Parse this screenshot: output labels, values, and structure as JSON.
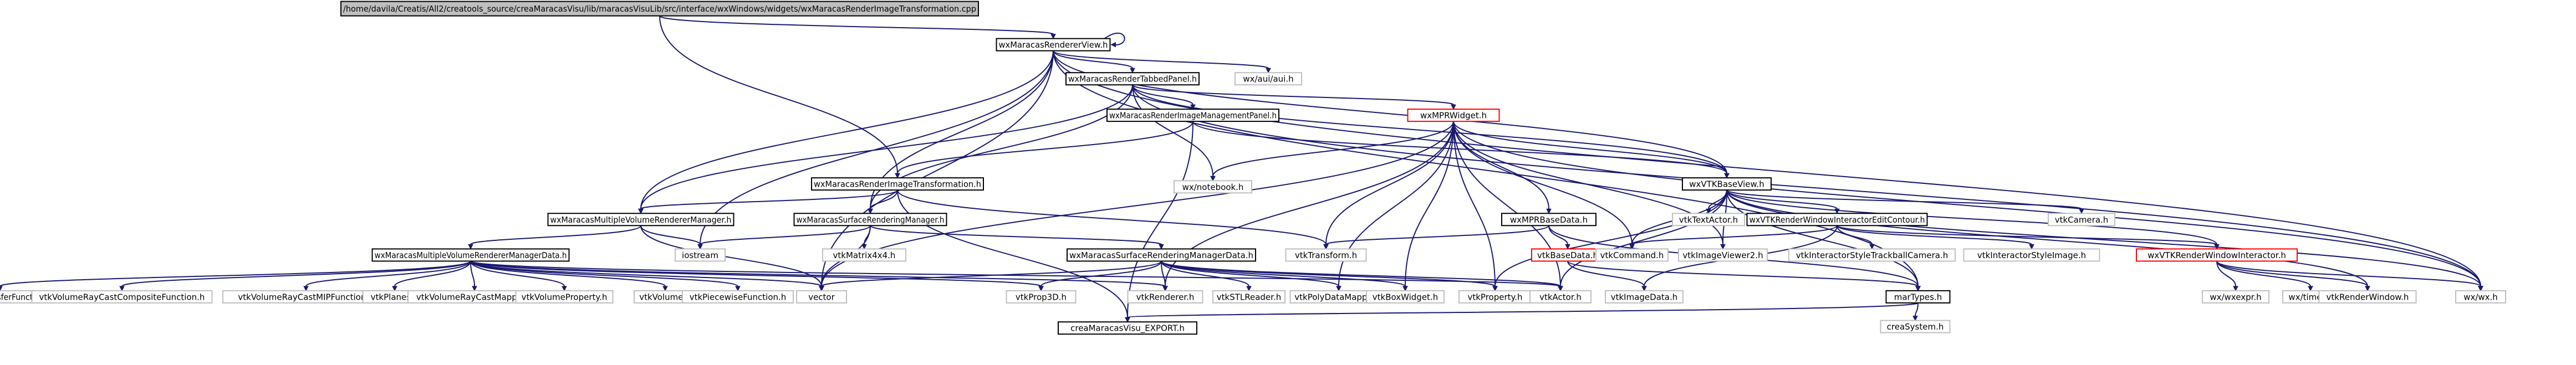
{
  "diagram": {
    "nodes": {
      "root": "/home/davila/Creatis/All2/creatools_source/creaMaracasVisu/lib/maracasVisuLib/src/interface/wxWindows/widgets/wxMaracasRenderImageTransformation.cpp",
      "renderer_view": "wxMaracasRendererView.h",
      "tabbed_panel": "wxMaracasRenderTabbedPanel.h",
      "aui": "wx/aui/aui.h",
      "mgmt_panel": "wxMaracasRenderImageManagementPanel.h",
      "mpr_widget": "wxMPRWidget.h",
      "render_transform": "wxMaracasRenderImageTransformation.h",
      "vtk_base_view": "wxVTKBaseView.h",
      "notebook": "wx/notebook.h",
      "mvr_manager": "wxMaracasMultipleVolumeRendererManager.h",
      "surface_manager": "wxMaracasSurfaceRenderingManager.h",
      "mpr_base_data": "wxMPRBaseData.h",
      "text_actor": "vtkTextActor.h",
      "interactor_contour": "wxVTKRenderWindowInteractorEditContour.h",
      "camera": "vtkCamera.h",
      "mvr_data": "wxMaracasMultipleVolumeRendererManagerData.h",
      "iostream": "iostream",
      "matrix4x4": "vtkMatrix4x4.h",
      "surface_data": "wxMaracasSurfaceRenderingManagerData.h",
      "vtk_transform": "vtkTransform.h",
      "base_data": "vtkBaseData.h",
      "vtk_command": "vtkCommand.h",
      "image_viewer2": "vtkImageViewer2.h",
      "style_trackball": "vtkInteractorStyleTrackballCamera.h",
      "style_image": "vtkInteractorStyleImage.h",
      "render_window_interactor": "wxVTKRenderWindowInteractor.h",
      "color_tf": "vtkColorTransferFunction.h",
      "composite_fn": "vtkVolumeRayCastCompositeFunction.h",
      "mip_fn": "vtkVolumeRayCastMIPFunction.h",
      "planes": "vtkPlanes.h",
      "ray_mapper": "vtkVolumeRayCastMapper.h",
      "volume_property": "vtkVolumeProperty.h",
      "volume": "vtkVolume.h",
      "piecewise": "vtkPiecewiseFunction.h",
      "vector": "vector",
      "prop3d": "vtkProp3D.h",
      "renderer": "vtkRenderer.h",
      "stl_reader": "vtkSTLReader.h",
      "poly_mapper": "vtkPolyDataMapper.h",
      "box_widget": "vtkBoxWidget.h",
      "vtk_property": "vtkProperty.h",
      "vtk_actor": "vtkActor.h",
      "image_data": "vtkImageData.h",
      "mar_types": "marTypes.h",
      "wx_expr": "wx/wxexpr.h",
      "wx_timer": "wx/timer.h",
      "render_window": "vtkRenderWindow.h",
      "wx_wx": "wx/wx.h",
      "export": "creaMaracasVisu_EXPORT.h",
      "crea_system": "creaSystem.h"
    },
    "colors": {
      "edge_default": "#191970",
      "edge_alt": "#8b0000",
      "box_border": "#bfbfbf",
      "root_fill": "#bfbfbf",
      "red_border": "#ff0000"
    }
  }
}
